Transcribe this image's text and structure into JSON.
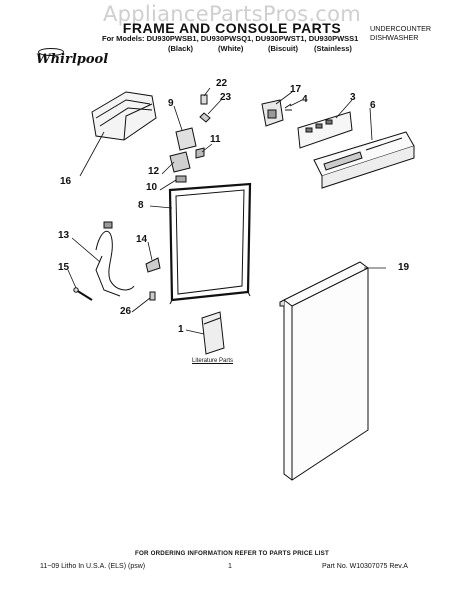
{
  "watermark": "AppliancePartsPros.com",
  "title": "FRAME AND CONSOLE PARTS",
  "models_line": "For Models: DU930PWSB1, DU930PWSQ1, DU930PWST1, DU930PWSS1",
  "colors": [
    "(Black)",
    "(White)",
    "(Biscuit)",
    "(Stainless)"
  ],
  "category": [
    "UNDERCOUNTER",
    "DISHWASHER"
  ],
  "brand": "Whirlpool",
  "callouts": {
    "c22": "22",
    "c23": "23",
    "c17": "17",
    "c4": "4",
    "c3": "3",
    "c6": "6",
    "c9": "9",
    "c11": "11",
    "c16": "16",
    "c12": "12",
    "c10": "10",
    "c8": "8",
    "c13": "13",
    "c14": "14",
    "c15": "15",
    "c26": "26",
    "c19": "19",
    "c1": "1"
  },
  "literature_label": "Literature Parts",
  "ordering_note": "FOR ORDERING INFORMATION REFER TO PARTS PRICE LIST",
  "footer": {
    "left": "11−09 Litho In U.S.A. (ELS) (psw)",
    "page": "1",
    "right": "Part No. W10307075 Rev.A"
  }
}
